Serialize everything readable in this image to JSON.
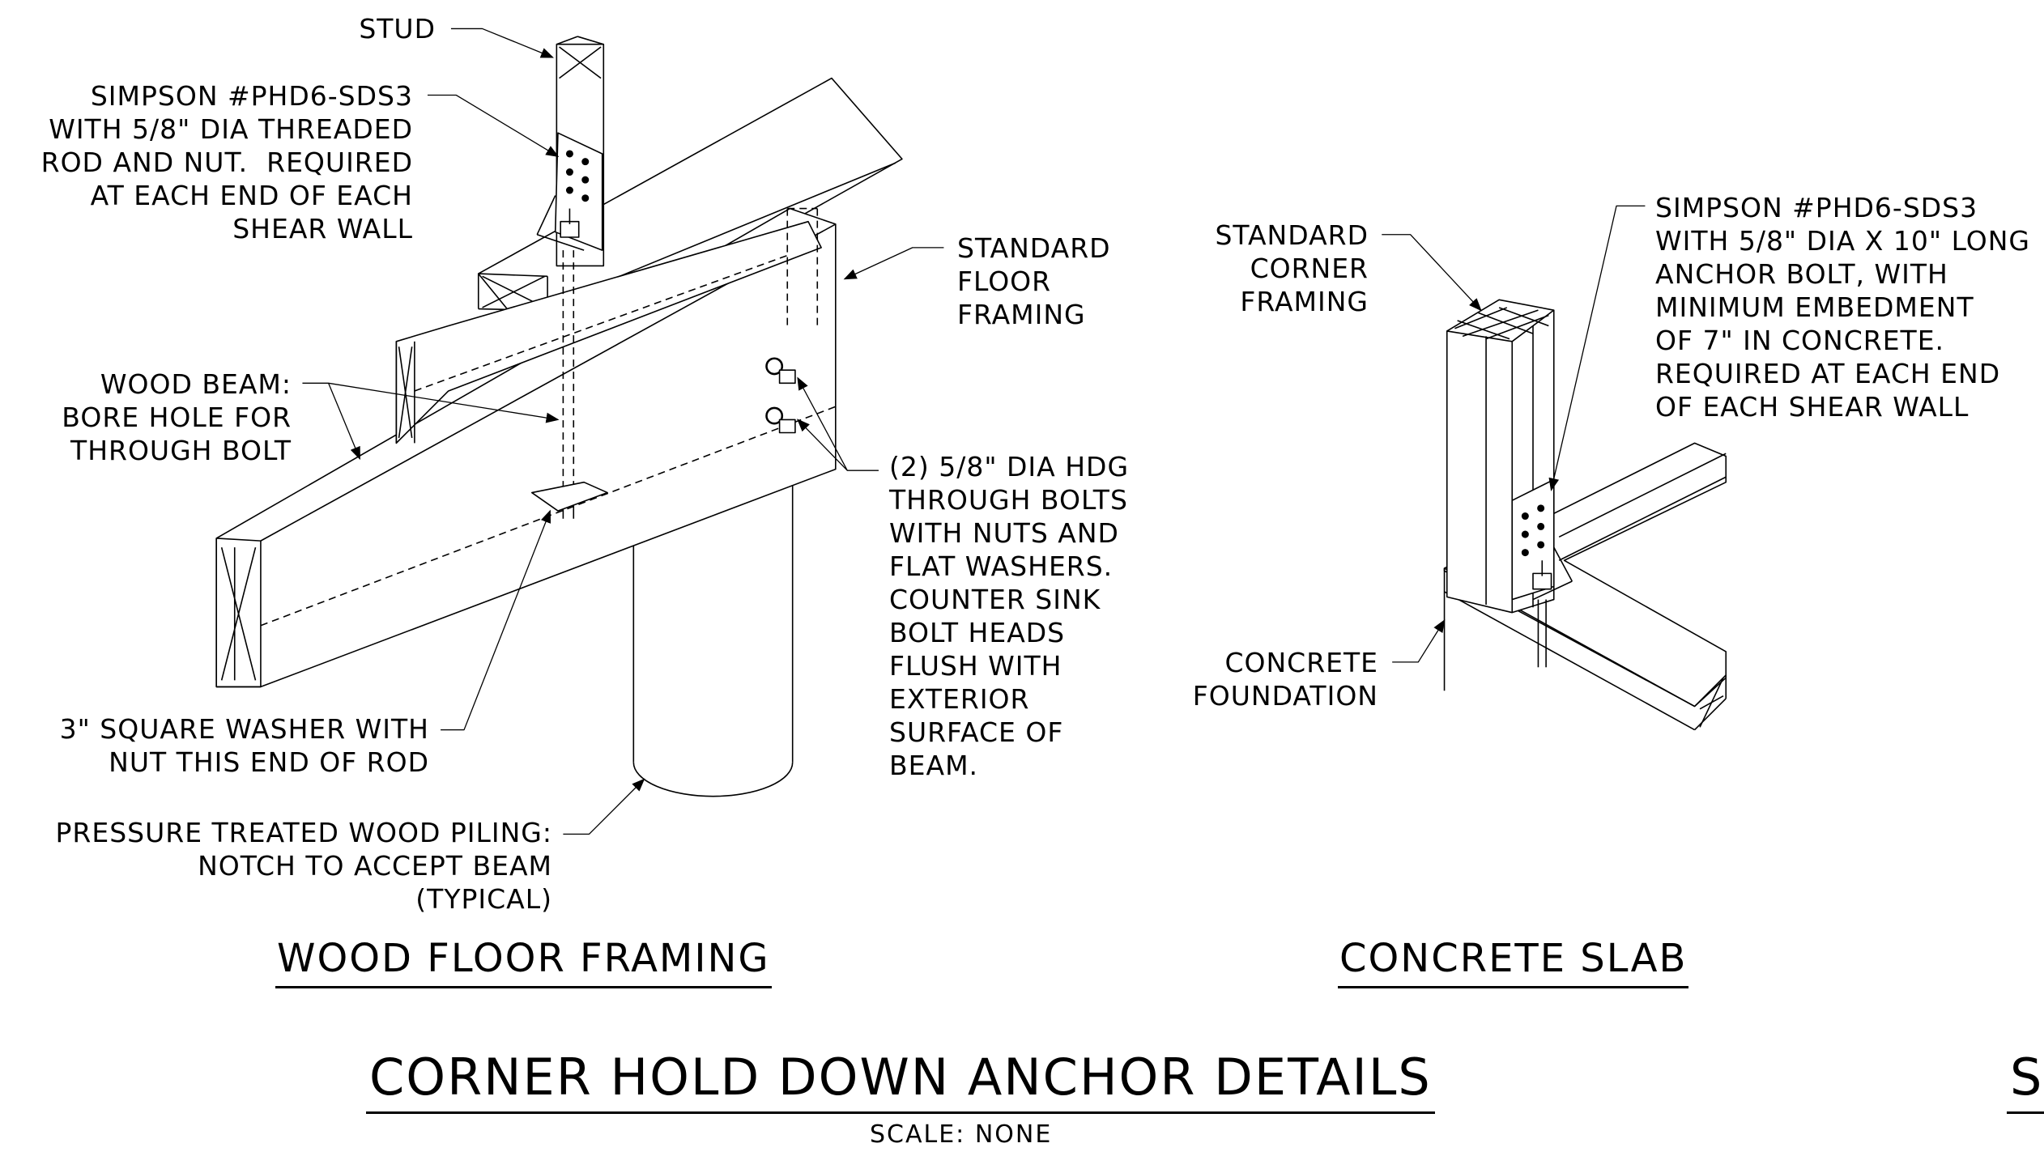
{
  "left_detail": {
    "title": "WOOD FLOOR FRAMING",
    "labels": {
      "stud": "STUD",
      "simpson_left": "SIMPSON #PHD6-SDS3\nWITH 5/8\" DIA THREADED\nROD AND NUT.  REQUIRED\nAT EACH END OF EACH\nSHEAR WALL",
      "standard_floor": "STANDARD\nFLOOR\nFRAMING",
      "wood_beam": "WOOD BEAM:\nBORE HOLE FOR\nTHROUGH BOLT",
      "through_bolts": "(2) 5/8\" DIA HDG\nTHROUGH BOLTS\nWITH NUTS AND\nFLAT WASHERS.\nCOUNTER SINK\nBOLT HEADS\nFLUSH WITH\nEXTERIOR\nSURFACE OF\nBEAM.",
      "square_washer": "3\" SQUARE WASHER WITH\nNUT THIS END OF ROD",
      "piling": "PRESSURE TREATED WOOD PILING:\nNOTCH TO ACCEPT BEAM\n(TYPICAL)"
    }
  },
  "right_detail": {
    "title": "CONCRETE SLAB",
    "labels": {
      "standard_corner": "STANDARD\nCORNER\nFRAMING",
      "simpson_right": "SIMPSON #PHD6-SDS3\nWITH 5/8\" DIA X 10\" LONG\nANCHOR BOLT, WITH\nMINIMUM EMBEDMENT\nOF 7\" IN CONCRETE.\nREQUIRED AT EACH END\nOF EACH SHEAR WALL",
      "concrete_foundation": "CONCRETE\nFOUNDATION"
    }
  },
  "sheet": {
    "main_title": "CORNER HOLD DOWN ANCHOR DETAILS",
    "scale": "SCALE: NONE",
    "cut_off_title_fragment": "S"
  },
  "colors": {
    "ink": "#000000",
    "paper": "#ffffff"
  }
}
